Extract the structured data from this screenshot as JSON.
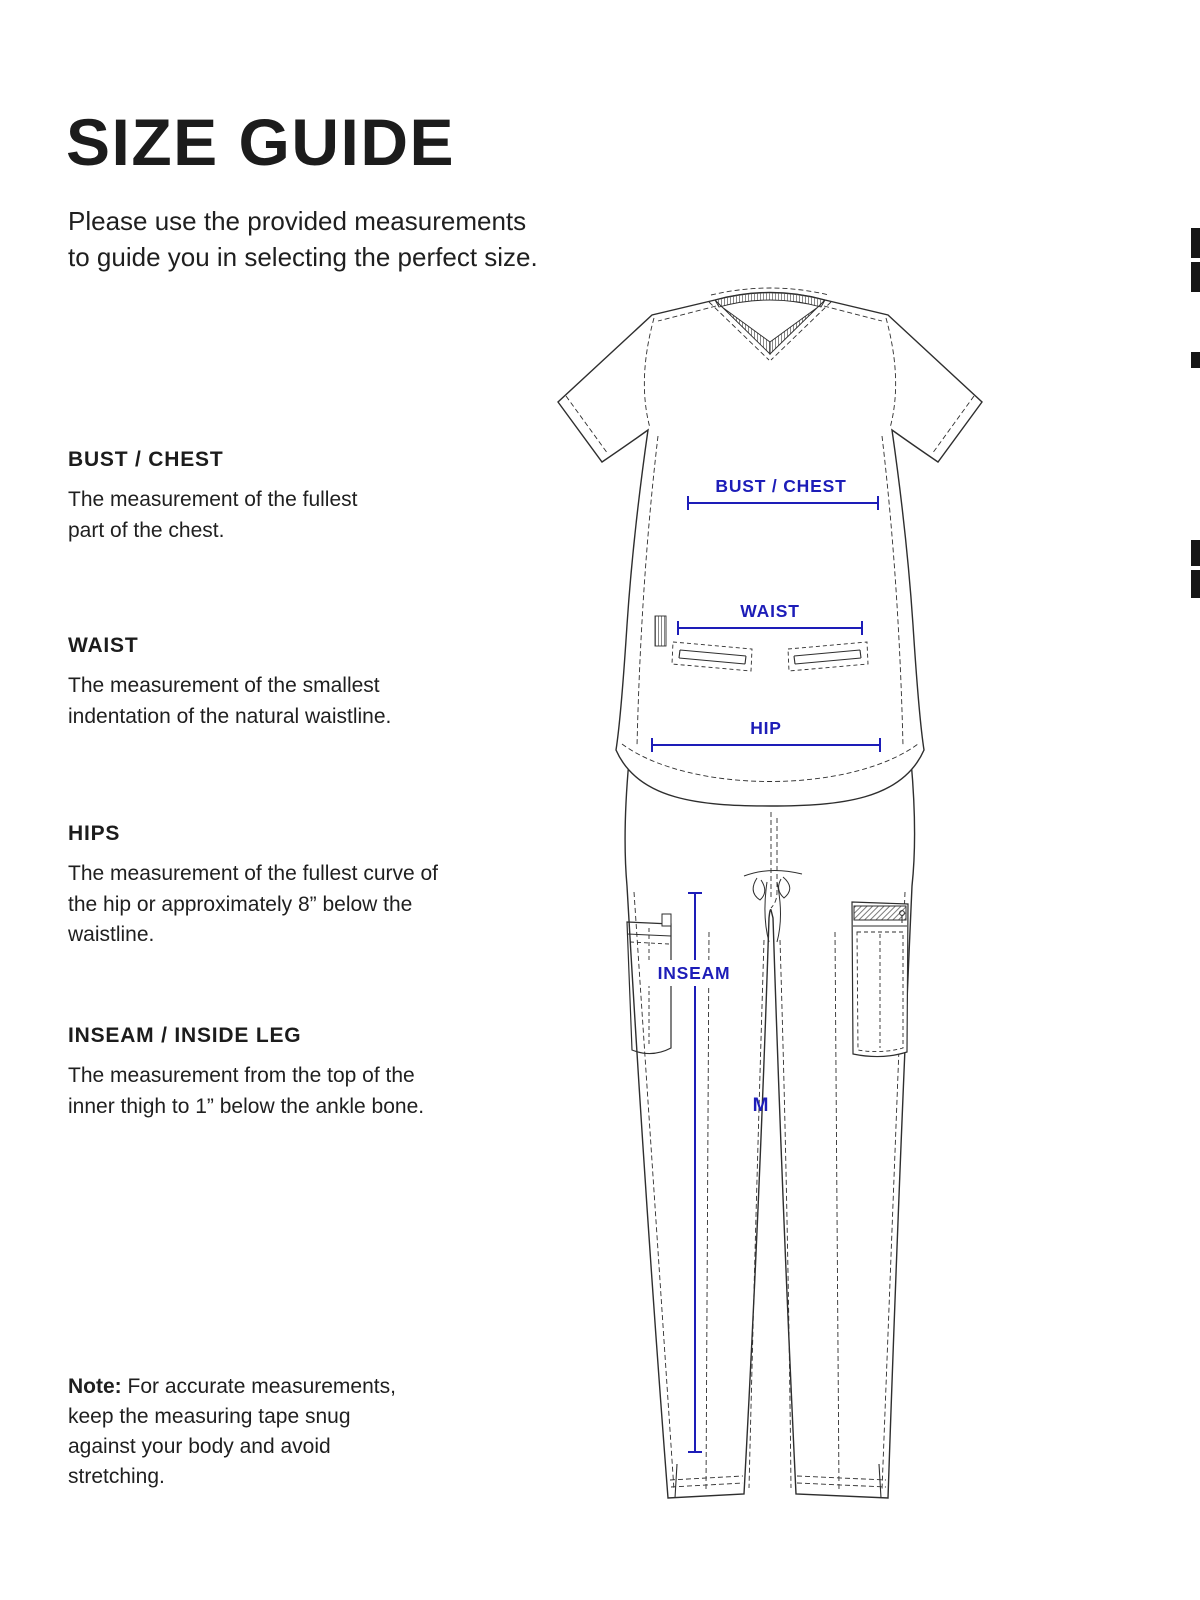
{
  "page": {
    "title": "SIZE GUIDE",
    "intro": "Please use the provided measurements to guide you in selecting the perfect size."
  },
  "sections": [
    {
      "heading": "BUST / CHEST",
      "body": "The measurement of the fullest part of the chest."
    },
    {
      "heading": "WAIST",
      "body": "The measurement of the smallest indentation of the natural waistline."
    },
    {
      "heading": "HIPS",
      "body": "The measurement of the fullest curve of the hip or approximately 8” below the waistline."
    },
    {
      "heading": "INSEAM / INSIDE LEG",
      "body": "The measurement from the top of the inner thigh to 1” below the ankle bone."
    }
  ],
  "note": {
    "label": "Note:",
    "body": "For accurate measurements, keep the measuring tape snug against your body and avoid stretching."
  },
  "diagram": {
    "labels": {
      "bust": "BUST / CHEST",
      "waist": "WAIST",
      "hip": "HIP",
      "inseam": "INSEAM",
      "size_marker": "M"
    },
    "colors": {
      "annotation": "#1d1db8",
      "sketch_line": "#2e2e2e"
    }
  }
}
